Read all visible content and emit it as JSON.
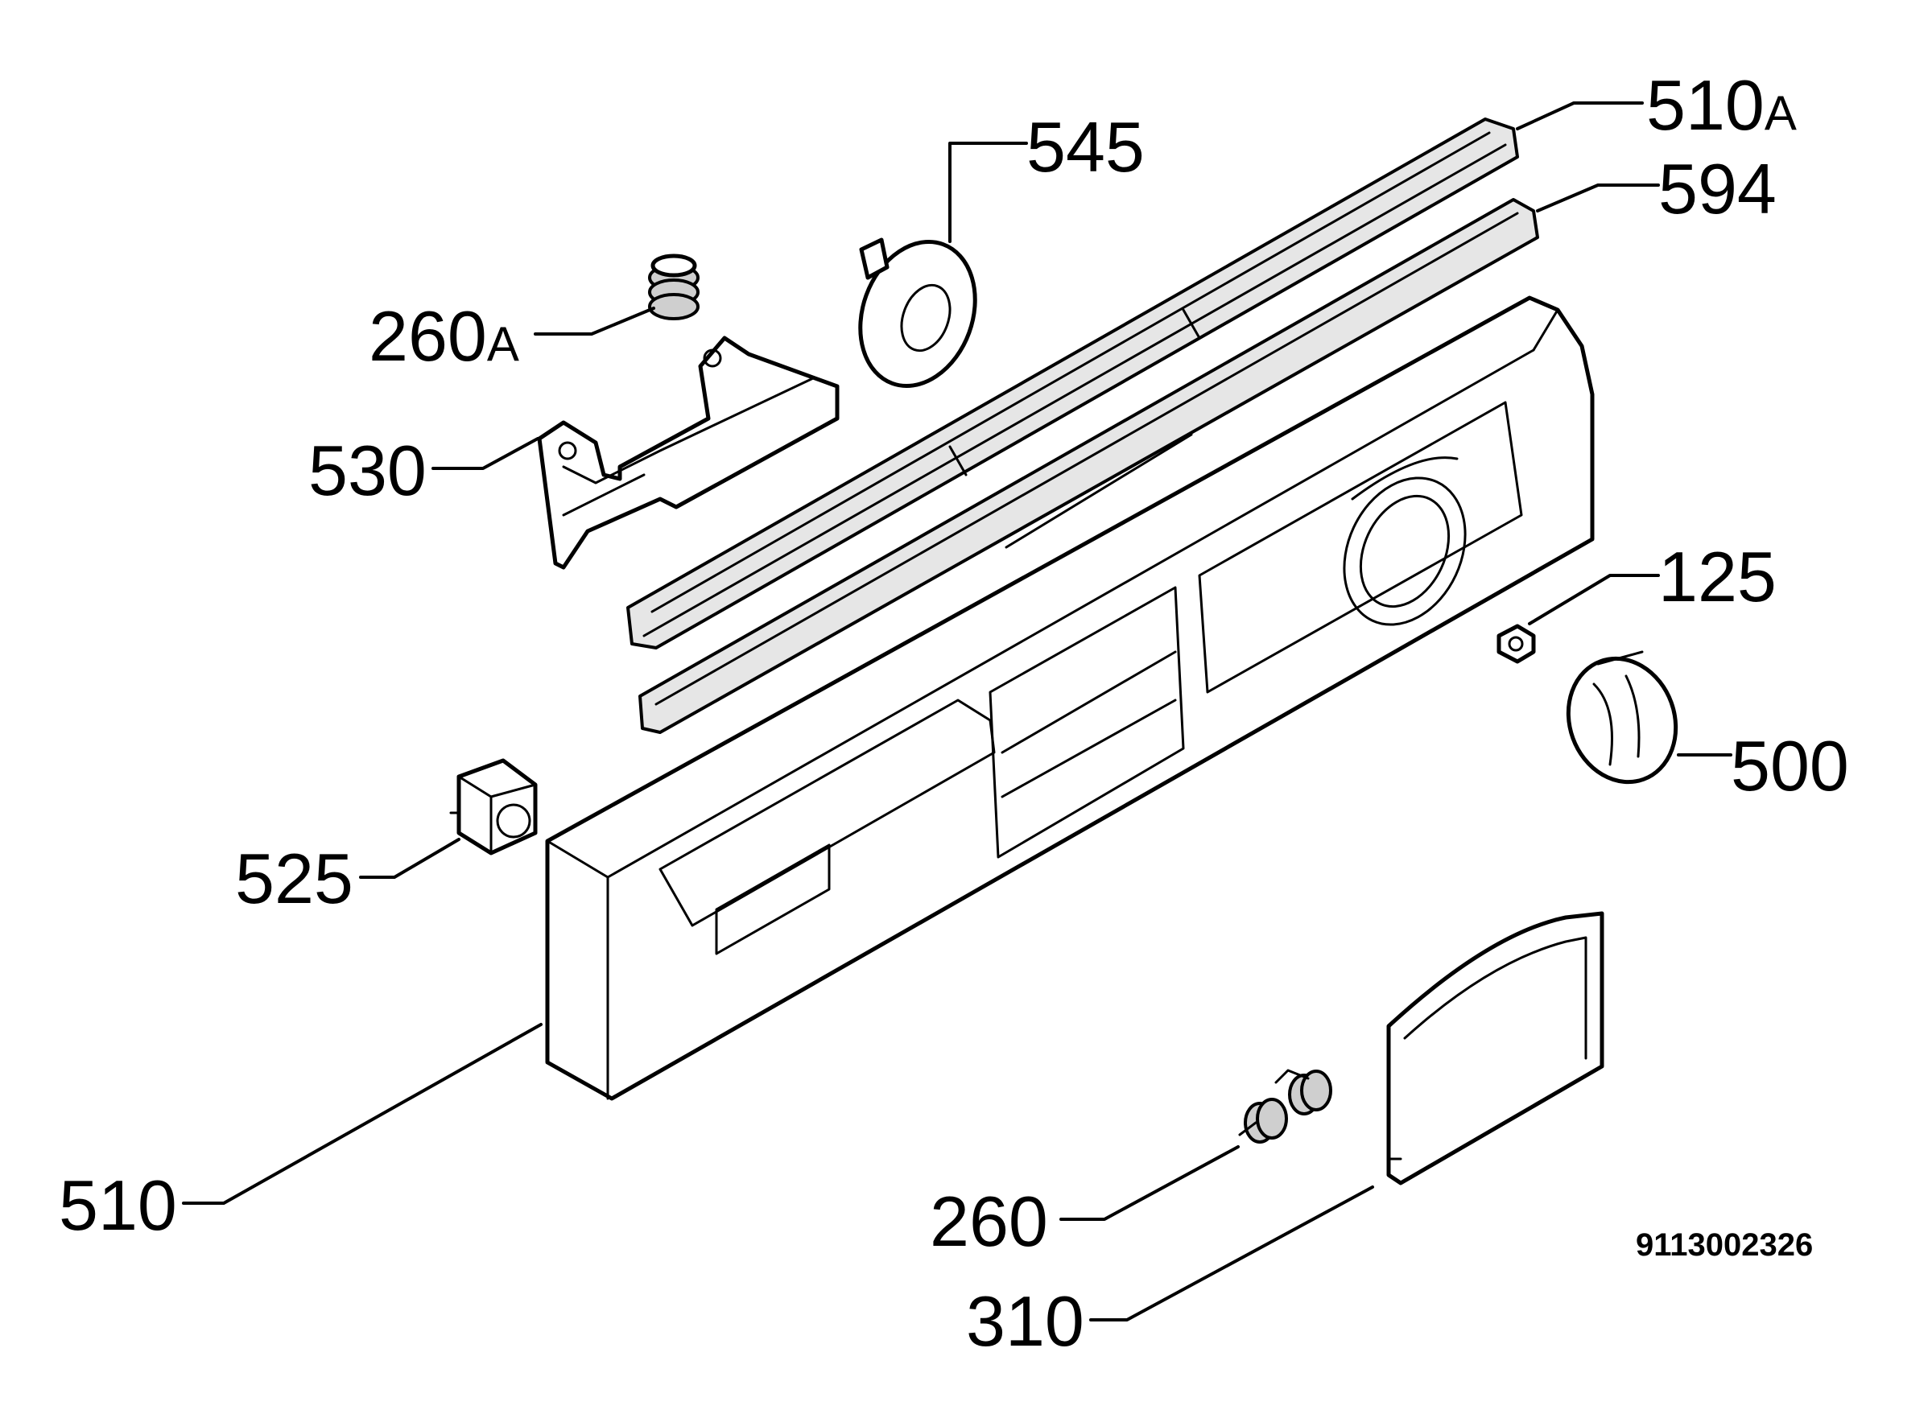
{
  "labels": {
    "p510a_num": "510",
    "p510a_suf": "A",
    "p545": "545",
    "p594": "594",
    "p260a_num": "260",
    "p260a_suf": "A",
    "p530": "530",
    "p125": "125",
    "p500": "500",
    "p525": "525",
    "p510": "510",
    "p260": "260",
    "p310": "310"
  },
  "drawing_number": "9113002326"
}
